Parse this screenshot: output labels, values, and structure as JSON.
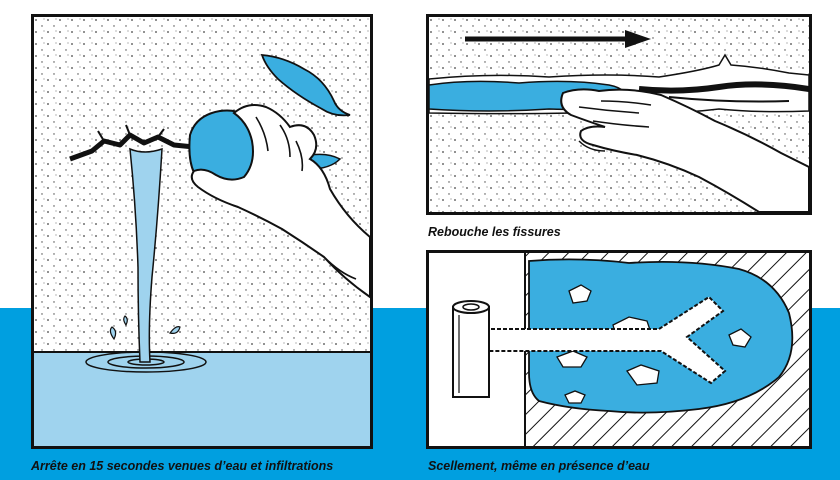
{
  "captions": {
    "left": "Arrête en 15 secondes venues d’eau et infiltrations",
    "top_right": "Rebouche les fissures",
    "bottom_right": "Scellement, même en présence d’eau"
  },
  "colors": {
    "water_blue": "#3aaee0",
    "light_water": "#9fd3ee",
    "band_blue": "#009fe0",
    "outline": "#111111"
  },
  "icons": {
    "left": "hand-pouring-water-plug",
    "top_right": "hand-smoothing-crack",
    "bottom_right": "anchor-bolt-sealing"
  }
}
